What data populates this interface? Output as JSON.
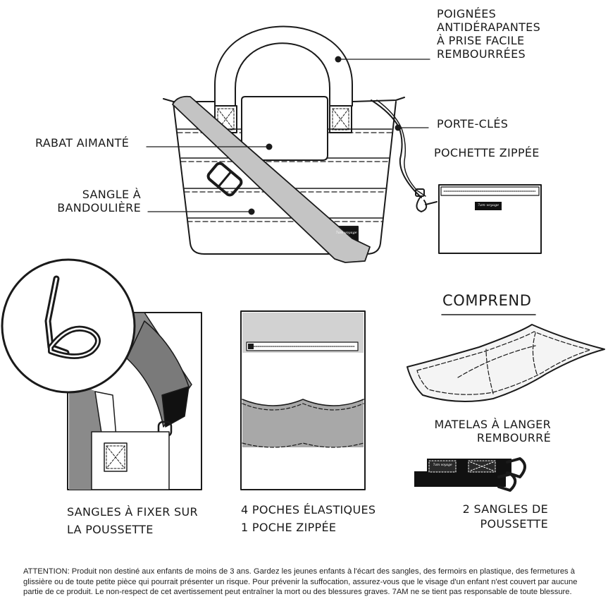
{
  "labels": {
    "handles": [
      "POIGNÉES",
      "ANTIDÉRAPANTES",
      "À PRISE FACILE",
      "REMBOURRÉES"
    ],
    "keyring": "PORTE-CLÉS",
    "pouch": "POCHETTE ZIPPÉE",
    "flap": "RABAT AIMANTÉ",
    "strap": [
      "SANGLE À",
      "BANDOULIÈRE"
    ],
    "stroller_straps": [
      "SANGLES À FIXER SUR",
      "LA POUSSETTE"
    ],
    "pockets": [
      "4 POCHES ÉLASTIQUES",
      "1 POCHE ZIPPÉE"
    ],
    "includes": "COMPREND",
    "mat": [
      "MATELAS À LANGER",
      "REMBOURRÉ"
    ],
    "two_straps": [
      "2 SANGLES DE",
      "POUSSETTE"
    ]
  },
  "brand_tag": "7am voyage",
  "notice": "ATTENTION: Produit non destiné aux enfants de moins de 3 ans. Gardez les jeunes enfants à l'écart des sangles, des fermoirs en plastique, des fermetures à glissière ou de toute petite pièce qui pourrait présenter un risque. Pour prévenir la suffocation, assurez-vous que le visage d'un enfant n'est couvert par aucune partie de ce produit. Le non-respect de cet avertissement peut entraîner la mort ou des blessures graves. 7AM ne se tient pas responsable de toute blessure."
}
